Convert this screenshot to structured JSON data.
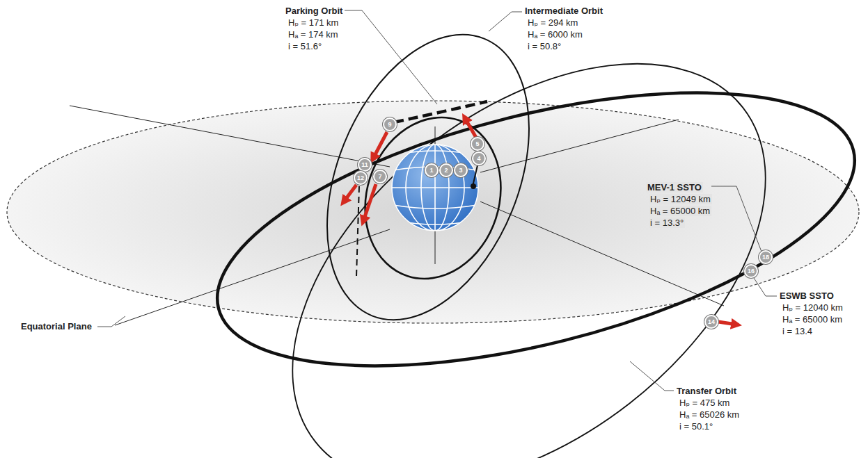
{
  "diagram": {
    "nodes": [
      {
        "text": [
          "1"
        ]
      },
      {
        "text": [
          "2"
        ]
      },
      {
        "text": [
          "3"
        ]
      },
      {
        "text": [
          "4"
        ]
      },
      {
        "text": [
          "5"
        ]
      },
      {
        "text": [
          "9"
        ]
      },
      {
        "text": [
          "11"
        ]
      },
      {
        "text": [
          "12"
        ]
      },
      {
        "text": [
          "7"
        ]
      },
      {
        "text": [
          "18"
        ]
      },
      {
        "text": [
          "16"
        ]
      },
      {
        "text": [
          "14"
        ]
      }
    ],
    "labels": [
      "Parking Orbit",
      "Hₚ = 171 km",
      "Hₐ = 174 km",
      "i = 51.6°",
      "Intermediate Orbit",
      "Hₚ = 294 km",
      "Hₐ = 6000 km",
      "i = 50.8°",
      "MEV-1 SSTO",
      "Hₚ = 12049 km",
      "Hₐ = 65000 km",
      "i = 13.3°",
      "ESWB SSTO",
      "Hₚ = 12040 km",
      "Hₐ = 65000 km",
      "i = 13.4",
      "Transfer Orbit",
      "Hₚ = 475 km",
      "Hₐ = 65026 km",
      "i = 50.1°",
      "Equatorial Plane"
    ]
  }
}
